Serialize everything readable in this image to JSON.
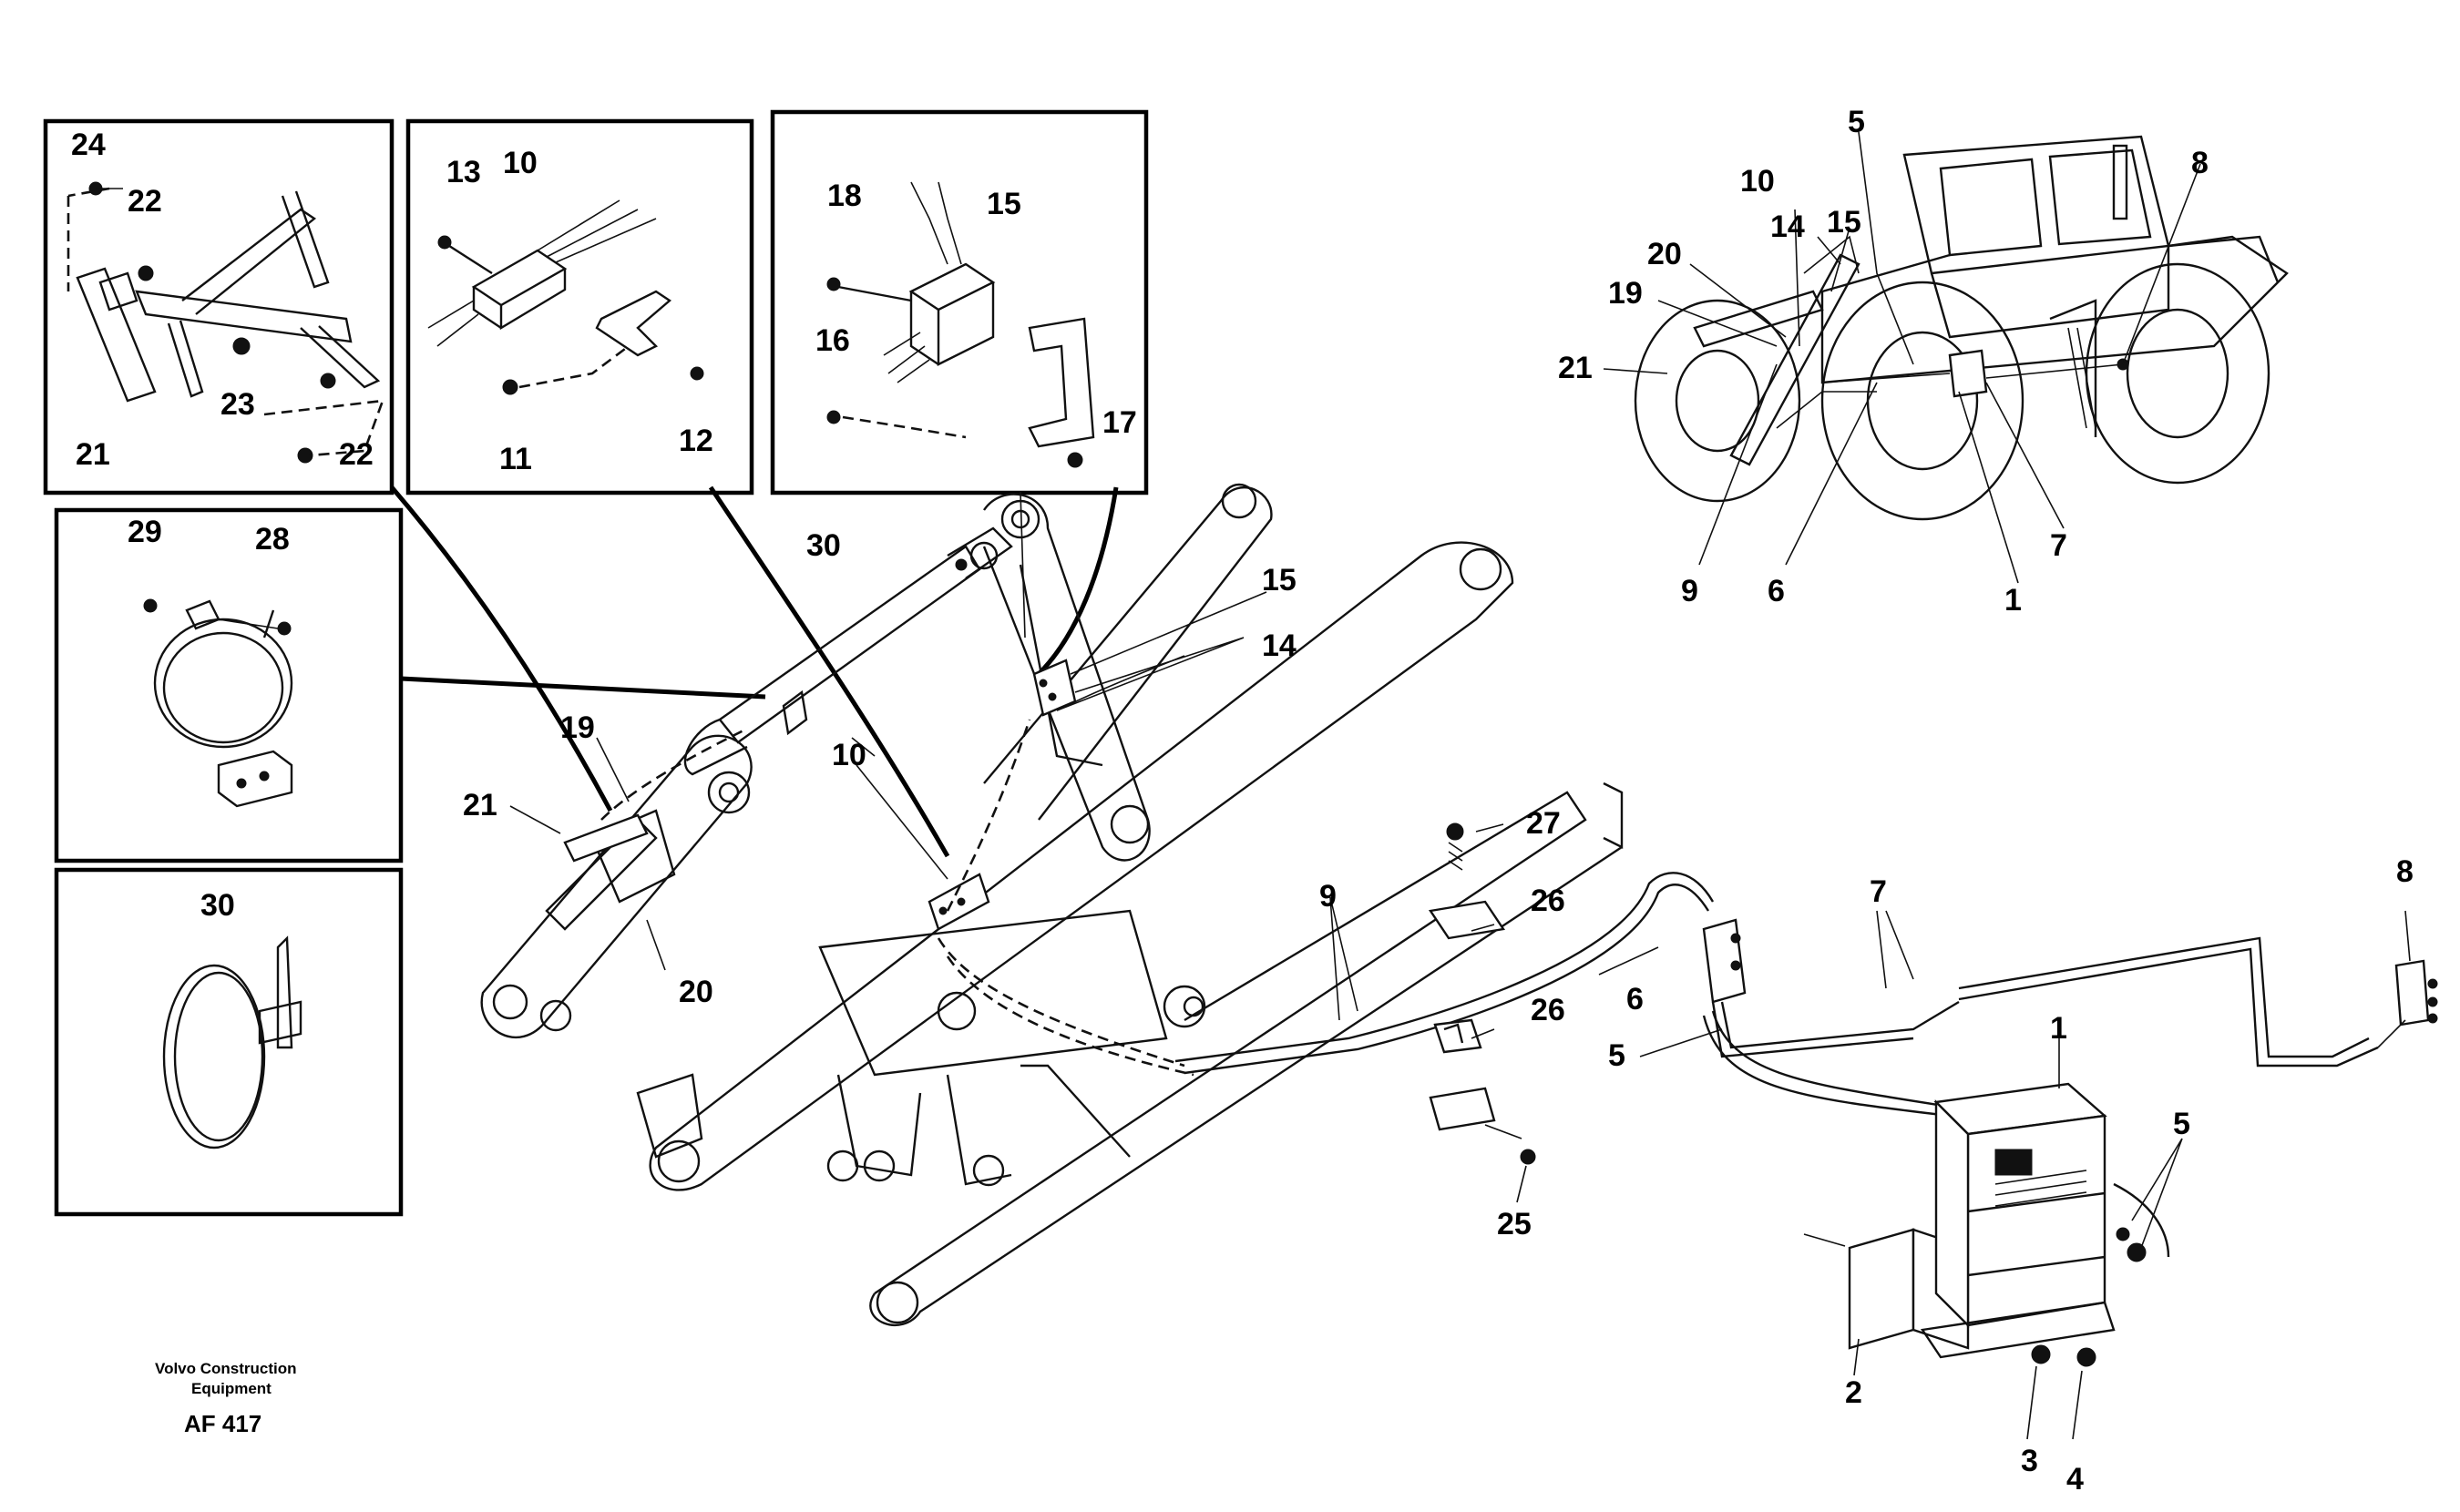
{
  "credit": {
    "line1": "Volvo Construction",
    "line2": "Equipment",
    "code": "AF 417"
  },
  "callouts": {
    "n1": "1",
    "n2": "2",
    "n3": "3",
    "n4": "4",
    "n5": "5",
    "n6": "6",
    "n7": "7",
    "n8": "8",
    "n9": "9",
    "n10": "10",
    "n11": "11",
    "n12": "12",
    "n13": "13",
    "n14": "14",
    "n15": "15",
    "n16": "16",
    "n17": "17",
    "n18": "18",
    "n19": "19",
    "n20": "20",
    "n21": "21",
    "n22": "22",
    "n23": "23",
    "n24": "24",
    "n25": "25",
    "n26": "26",
    "n27": "27",
    "n28": "28",
    "n29": "29",
    "n30": "30"
  }
}
